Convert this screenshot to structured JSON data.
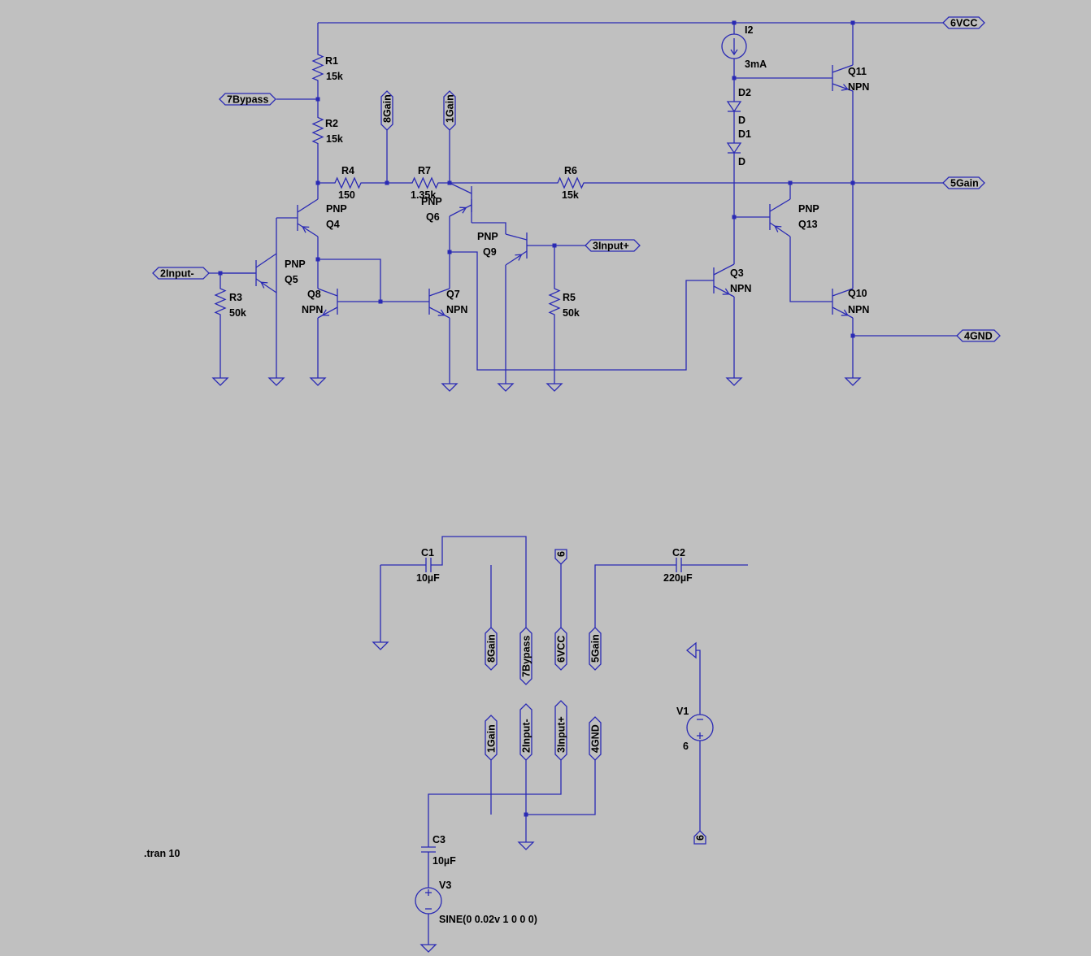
{
  "components": {
    "R1": {
      "name": "R1",
      "value": "15k"
    },
    "R2": {
      "name": "R2",
      "value": "15k"
    },
    "R3": {
      "name": "R3",
      "value": "50k"
    },
    "R4": {
      "name": "R4",
      "value": "150"
    },
    "R5": {
      "name": "R5",
      "value": "50k"
    },
    "R6": {
      "name": "R6",
      "value": "15k"
    },
    "R7": {
      "name": "R7",
      "value": "1.35k"
    },
    "I2": {
      "name": "I2",
      "value": "3mA"
    },
    "D1": {
      "name": "D1",
      "value": "D"
    },
    "D2": {
      "name": "D2",
      "value": "D"
    },
    "Q3": {
      "name": "Q3",
      "type": "NPN"
    },
    "Q4": {
      "name": "Q4",
      "type": "PNP"
    },
    "Q5": {
      "name": "Q5",
      "type": "PNP"
    },
    "Q6": {
      "name": "Q6",
      "type": "PNP"
    },
    "Q7": {
      "name": "Q7",
      "type": "NPN"
    },
    "Q8": {
      "name": "Q8",
      "type": "NPN"
    },
    "Q9": {
      "name": "Q9",
      "type": "PNP"
    },
    "Q10": {
      "name": "Q10",
      "type": "NPN"
    },
    "Q11": {
      "name": "Q11",
      "type": "NPN"
    },
    "Q13": {
      "name": "Q13",
      "type": "PNP"
    },
    "C1": {
      "name": "C1",
      "value": "10µF"
    },
    "C2": {
      "name": "C2",
      "value": "220µF"
    },
    "C3": {
      "name": "C3",
      "value": "10µF"
    },
    "V1": {
      "name": "V1",
      "value": "6"
    },
    "V3": {
      "name": "V3",
      "value": "SINE(0 0.02v 1 0 0 0)"
    }
  },
  "net_labels": {
    "vcc": "6VCC",
    "bypass": "7Bypass",
    "gain8": "8Gain",
    "gain1": "1Gain",
    "gain5": "5Gain",
    "input_minus": "2Input-",
    "input_plus": "3Input+",
    "gnd": "4GND",
    "six": "6"
  },
  "directive": ".tran 10",
  "colors": {
    "background": "#c0c0c0",
    "wire": "#2a2ab4",
    "text": "#000000"
  }
}
